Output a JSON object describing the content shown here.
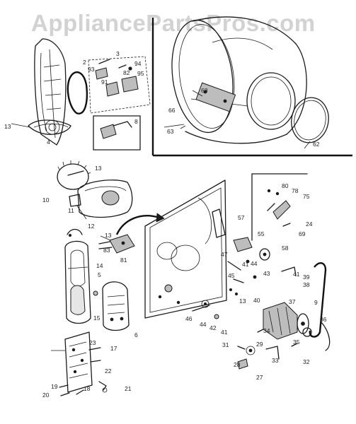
{
  "watermark": "AppliancePartsPros.com",
  "callouts": [
    "2",
    "3",
    "93",
    "94",
    "91",
    "82",
    "95",
    "8",
    "13",
    "4",
    "66",
    "63",
    "68",
    "62",
    "10",
    "11",
    "13",
    "12",
    "13",
    "83",
    "81",
    "14",
    "5",
    "15",
    "6",
    "17",
    "23",
    "19",
    "20",
    "18",
    "22",
    "21",
    "57",
    "80",
    "78",
    "75",
    "24",
    "69",
    "55",
    "58",
    "47",
    "44",
    "43",
    "41",
    "39",
    "38",
    "45",
    "41",
    "46",
    "44",
    "42",
    "41",
    "13",
    "40",
    "37",
    "34",
    "36",
    "35",
    "31",
    "29",
    "33",
    "28",
    "27",
    "32",
    "9"
  ]
}
